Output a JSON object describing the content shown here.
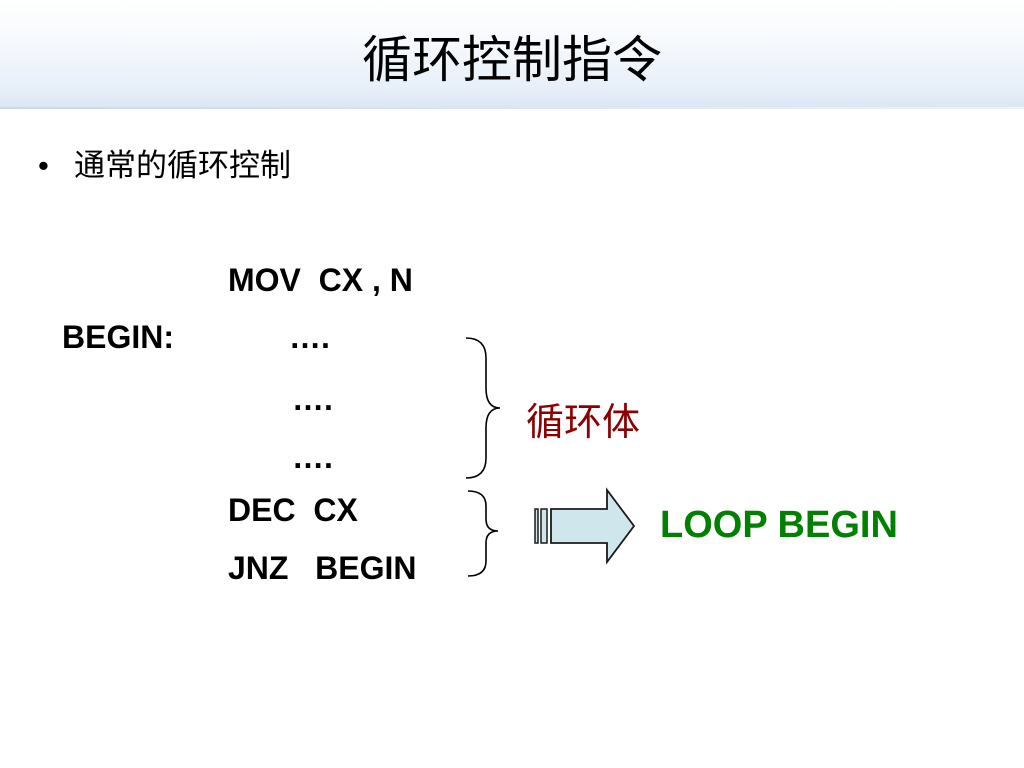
{
  "slide": {
    "title": "循环控制指令",
    "bullet": {
      "marker": "•",
      "text": "通常的循环控制"
    },
    "code": {
      "line1": "MOV  CX , N",
      "label": "BEGIN:",
      "dots1": "….",
      "dots2": "….",
      "dots3": "….",
      "line_dec": "DEC  CX",
      "line_jnz": "JNZ   BEGIN"
    },
    "loop_body_label": "循环体",
    "loop_instruction": "LOOP BEGIN",
    "colors": {
      "loop_body_label": "#8b0000",
      "loop_instruction": "#008000",
      "arrow_fill": "#cfe7ec"
    },
    "icons": {
      "brace_top": "right-curly-brace",
      "brace_bottom": "right-curly-brace",
      "arrow": "right-arrow"
    }
  }
}
